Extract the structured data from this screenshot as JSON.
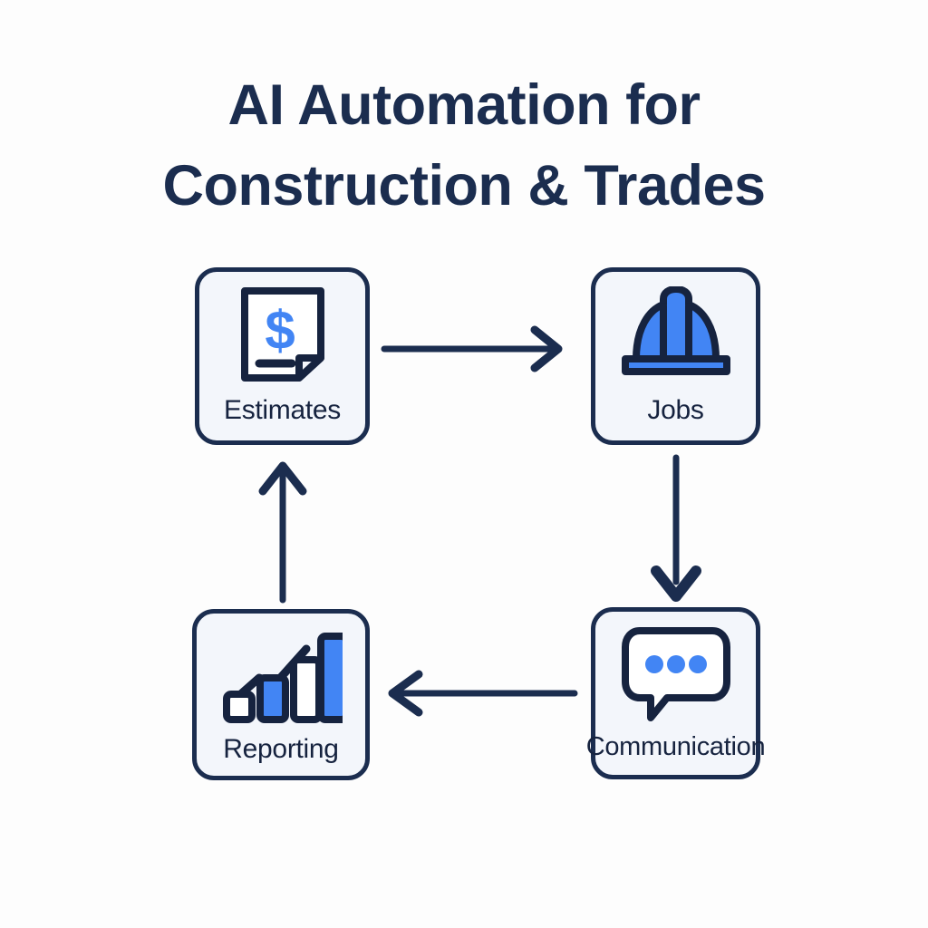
{
  "page": {
    "background_color": "#fdfdfd",
    "navy": "#1b2d4f",
    "blue_accent": "#4285f4",
    "card_fill": "#f3f6fb"
  },
  "title": {
    "full": "AI Automation for Construction & Trades",
    "line1": "AI Automation for",
    "line2": "Construction & Trades"
  },
  "nodes": [
    {
      "id": "estimates",
      "label": "Estimates",
      "icon": "document-dollar-icon",
      "position": "top-left"
    },
    {
      "id": "jobs",
      "label": "Jobs",
      "icon": "hard-hat-icon",
      "position": "top-right"
    },
    {
      "id": "communication",
      "label": "Communication",
      "icon": "speech-bubble-icon",
      "position": "bottom-right"
    },
    {
      "id": "reporting",
      "label": "Reporting",
      "icon": "bar-chart-trend-icon",
      "position": "bottom-left"
    }
  ],
  "arrows": [
    {
      "id": "estimates-to-jobs",
      "from": "estimates",
      "to": "jobs",
      "direction": "right"
    },
    {
      "id": "jobs-to-communication",
      "from": "jobs",
      "to": "communication",
      "direction": "down"
    },
    {
      "id": "communication-to-reporting",
      "from": "communication",
      "to": "reporting",
      "direction": "left"
    },
    {
      "id": "reporting-to-estimates",
      "from": "reporting",
      "to": "estimates",
      "direction": "up"
    }
  ],
  "chart_data": {
    "type": "bar",
    "title": "Reporting icon bar chart",
    "categories": [
      "1",
      "2",
      "3",
      "4"
    ],
    "values": [
      1,
      2,
      3,
      4
    ],
    "bar_colors": [
      "#ffffff",
      "#4285f4",
      "#ffffff",
      "#4285f4"
    ],
    "xlabel": "",
    "ylabel": "",
    "ylim": [
      0,
      4
    ],
    "annotations": [
      "upward trend line"
    ]
  }
}
